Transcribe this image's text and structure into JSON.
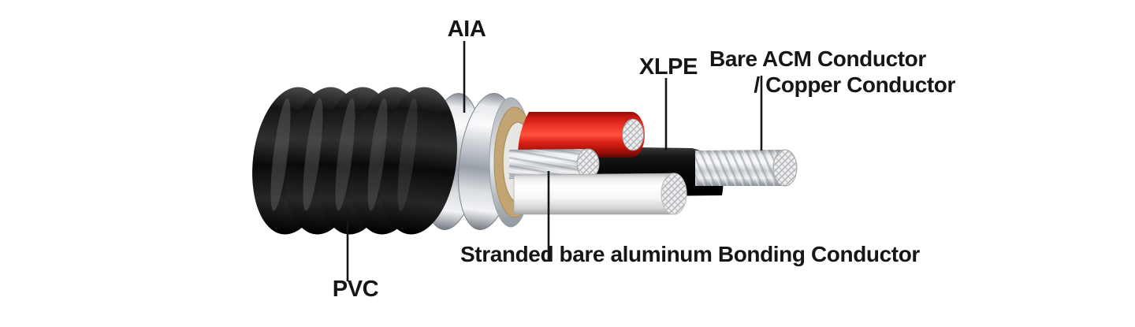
{
  "diagram": {
    "type": "labeled-illustration",
    "subject": "armored-power-cable-cutaway",
    "labels": {
      "aia": "AIA",
      "xlpe": "XLPE",
      "bare_acm_line1": "Bare ACM Conductor",
      "bare_acm_line2": "/ Copper Conductor",
      "bonding": "Stranded bare aluminum Bonding Conductor",
      "pvc": "PVC"
    },
    "parts": [
      {
        "name": "pvc-jacket",
        "label": "PVC",
        "color": "#121212"
      },
      {
        "name": "aia-armor",
        "label": "AIA",
        "color": "#d8dbdf"
      },
      {
        "name": "binder-wrap",
        "label": "",
        "color": "#c3a473"
      },
      {
        "name": "red-conductor",
        "label": "",
        "color": "#e2231c"
      },
      {
        "name": "xlpe-insulation",
        "label": "XLPE",
        "color": "#0b0b0b"
      },
      {
        "name": "white-conductor",
        "label": "",
        "color": "#f6f6f6"
      },
      {
        "name": "bonding-conductor",
        "label": "Stranded bare aluminum Bonding Conductor",
        "color": "#d3d6da"
      },
      {
        "name": "bare-acm-conductor",
        "label": "Bare ACM Conductor / Copper Conductor",
        "color": "#d3d6da"
      }
    ],
    "colors": {
      "background": "#ffffff",
      "label_text": "#161616",
      "leader_line": "#161616",
      "binder_tan": "#c3a473"
    }
  }
}
